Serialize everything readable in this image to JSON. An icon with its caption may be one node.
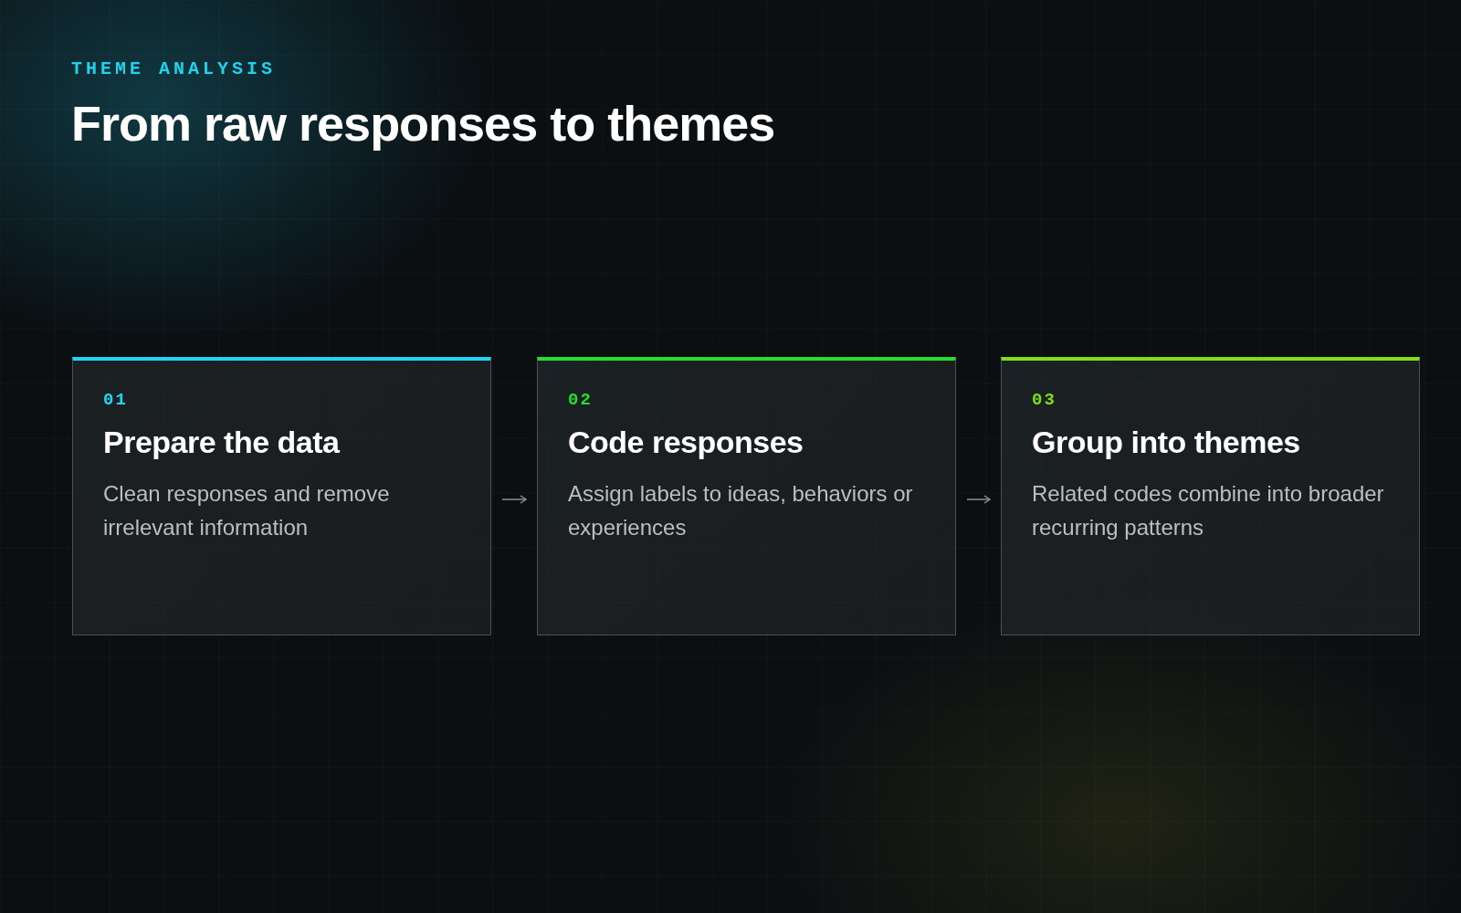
{
  "diagram": {
    "title": "From raw responses to themes",
    "nodes": [
      {
        "text": [
          "01",
          "Prepare the data",
          "Clean responses and remove irrelevant information"
        ]
      },
      {
        "text": [
          "02",
          "Code responses",
          "Assign labels to ideas, behaviors or experiences"
        ]
      },
      {
        "text": [
          "03",
          "Group into themes",
          "Related codes combine into broader recurring patterns"
        ]
      }
    ],
    "edges": [
      {
        "from": 0,
        "to": 1,
        "arrow": "to"
      },
      {
        "from": 1,
        "to": 2,
        "arrow": "to"
      }
    ],
    "labels": [
      "THEME ANALYSIS"
    ]
  }
}
